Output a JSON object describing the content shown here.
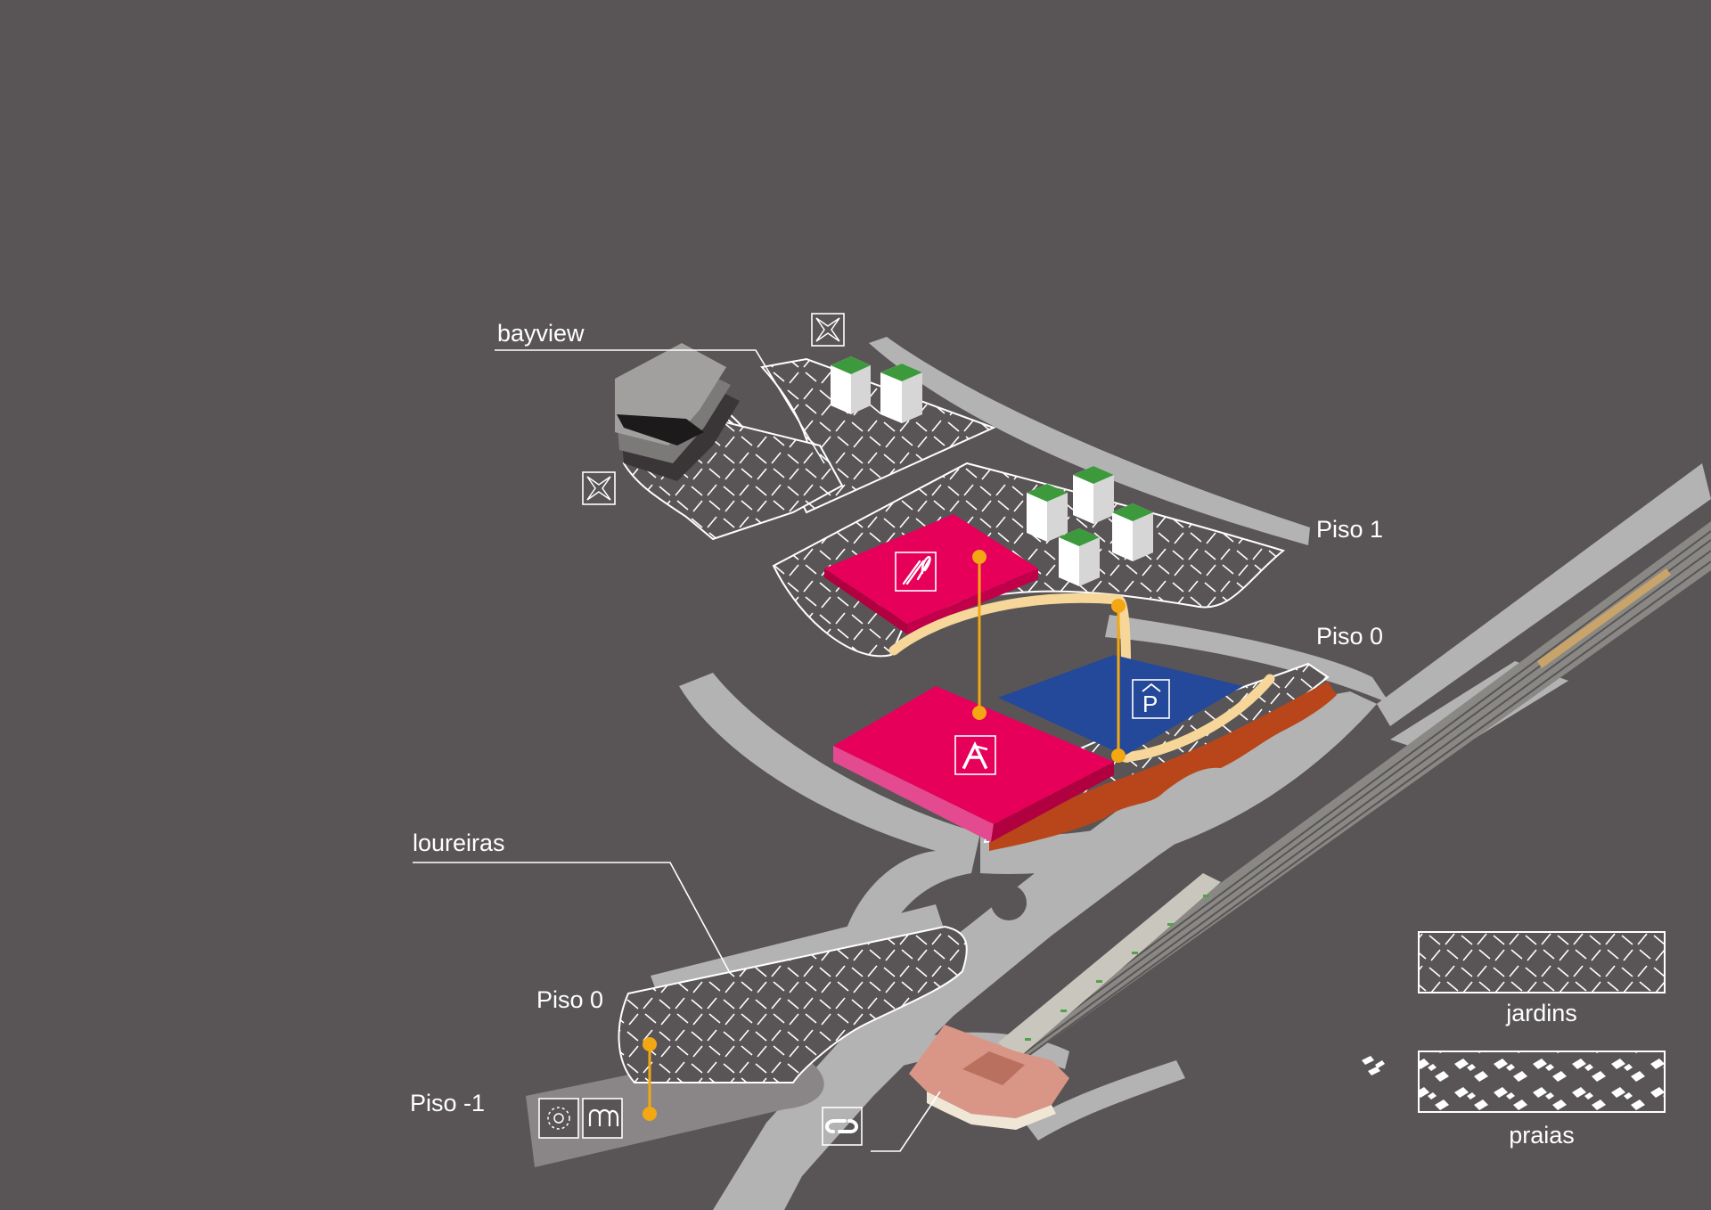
{
  "map": {
    "areas": {
      "bayview": "bayview",
      "loureiras": "loureiras"
    },
    "floors": {
      "upper_piso1": "Piso 1",
      "upper_piso0": "Piso 0",
      "lower_piso0": "Piso 0",
      "lower_pisom1": "Piso -1"
    },
    "colors": {
      "background": "#595556",
      "road": "#b3b3b3",
      "magenta": "#e6005a",
      "magenta_side": "#b0003f",
      "blue": "#24489a",
      "connector": "#f3a712",
      "path": "#f6d799",
      "garden_fill": "#595556",
      "garden_stroke": "#ffffff",
      "rust": "#b8461a",
      "rail": "#8a8884",
      "station": "#d99586"
    },
    "icons": [
      "restaurant-icon",
      "auchan-icon",
      "parking-icon",
      "compass-icon",
      "cp-train-icon",
      "spiral-icon",
      "wave-icon"
    ]
  },
  "legend": {
    "gardens": "jardins",
    "beaches": "praias"
  }
}
